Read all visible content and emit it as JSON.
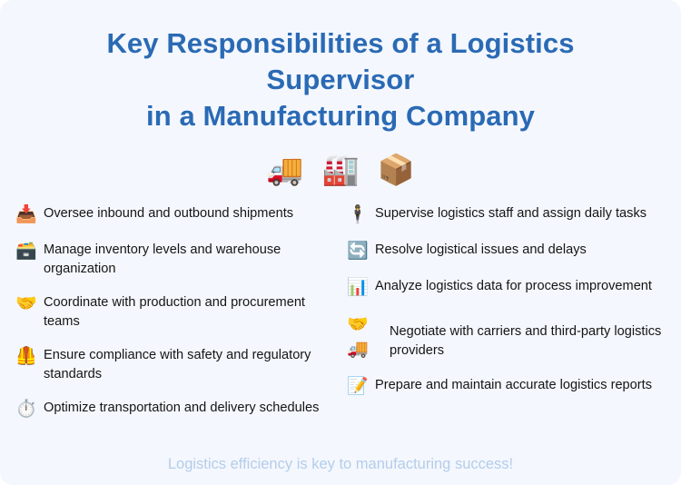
{
  "slide": {
    "background_color": "#f4f7fd",
    "title_color": "#2a6ab5",
    "body_text_color": "#151515",
    "footer_color": "#b4cdea"
  },
  "title": {
    "line1": "Key Responsibilities of a Logistics",
    "line2": "Supervisor",
    "line3": "in a Manufacturing Company"
  },
  "header_icons": [
    {
      "name": "delivery-truck-icon",
      "glyph": "🚚"
    },
    {
      "name": "factory-icon",
      "glyph": "🏭"
    },
    {
      "name": "package-box-icon",
      "glyph": "📦"
    }
  ],
  "left_column": [
    {
      "icons": [
        {
          "name": "inbox-tray-icon",
          "glyph": "📥"
        }
      ],
      "text": "Oversee inbound and outbound shipments"
    },
    {
      "icons": [
        {
          "name": "card-file-box-icon",
          "glyph": "🗃️"
        }
      ],
      "text": "Manage inventory levels and warehouse organization"
    },
    {
      "icons": [
        {
          "name": "handshake-icon",
          "glyph": "🤝"
        }
      ],
      "text": "Coordinate with production and procurement teams"
    },
    {
      "icons": [
        {
          "name": "safety-vest-icon",
          "glyph": "🦺"
        }
      ],
      "text": "Ensure compliance with safety and regulatory standards"
    },
    {
      "icons": [
        {
          "name": "stopwatch-icon",
          "glyph": "⏱️"
        }
      ],
      "text": "Optimize transportation and delivery schedules"
    }
  ],
  "right_column": [
    {
      "icons": [
        {
          "name": "person-in-suit-icon",
          "glyph": "🕴️"
        }
      ],
      "text": "Supervise logistics staff and assign daily tasks"
    },
    {
      "icons": [
        {
          "name": "refresh-arrows-icon",
          "glyph": "🔄"
        }
      ],
      "text": "Resolve logistical issues and delays"
    },
    {
      "icons": [
        {
          "name": "bar-chart-icon",
          "glyph": "📊"
        }
      ],
      "text": "Analyze logistics data for process improvement"
    },
    {
      "icons": [
        {
          "name": "handshake-icon",
          "glyph": "🤝"
        },
        {
          "name": "delivery-truck-icon",
          "glyph": "🚚"
        }
      ],
      "text": "Negotiate with carriers and third-party logistics providers"
    },
    {
      "icons": [
        {
          "name": "memo-icon",
          "glyph": "📝"
        }
      ],
      "text": "Prepare and maintain accurate logistics reports"
    }
  ],
  "footer": {
    "text": "Logistics efficiency is key to manufacturing success!"
  }
}
